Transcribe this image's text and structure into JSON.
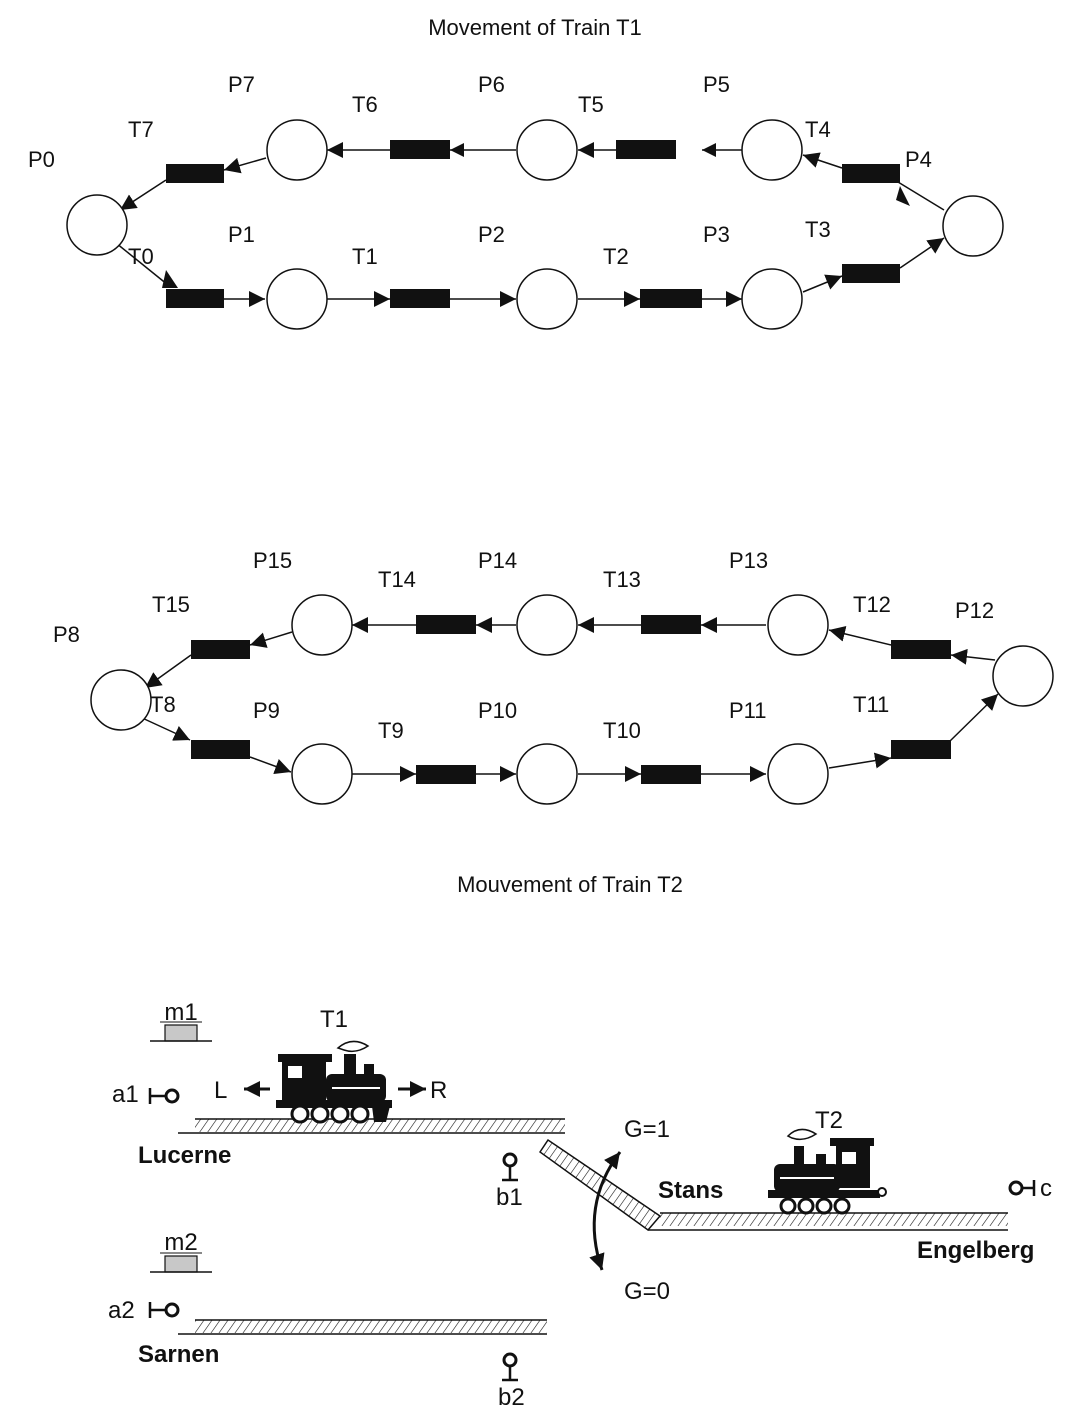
{
  "net1": {
    "title": "Movement of Train T1",
    "places": [
      "P0",
      "P1",
      "P2",
      "P3",
      "P4",
      "P5",
      "P6",
      "P7"
    ],
    "transitions": [
      "T0",
      "T1",
      "T2",
      "T3",
      "T4",
      "T5",
      "T6",
      "T7"
    ]
  },
  "net2": {
    "title": "Mouvement of Train T2",
    "places": [
      "P8",
      "P9",
      "P10",
      "P11",
      "P12",
      "P13",
      "P14",
      "P15"
    ],
    "transitions": [
      "T8",
      "T9",
      "T10",
      "T11",
      "T12",
      "T13",
      "T14",
      "T15"
    ]
  },
  "scene": {
    "train1": "T1",
    "train2": "T2",
    "m1": "m1",
    "m2": "m2",
    "a1": "a1",
    "a2": "a2",
    "b1": "b1",
    "b2": "b2",
    "c": "c",
    "left": "L",
    "right": "R",
    "lucerne": "Lucerne",
    "sarnen": "Sarnen",
    "stans": "Stans",
    "engelberg": "Engelberg",
    "g1": "G=1",
    "g0": "G=0"
  }
}
